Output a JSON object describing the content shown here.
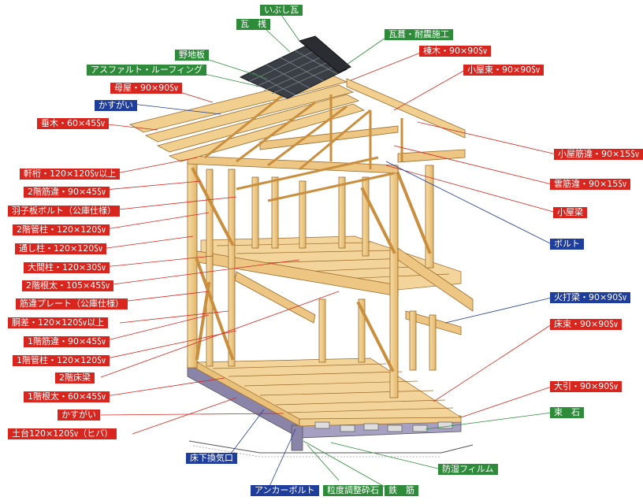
{
  "labels": {
    "ibushi": "いぶし瓦",
    "kawara_sen": "瓦　桟",
    "kawarabuki": "瓦葺・耐震施工",
    "nojiita": "野地板",
    "munagi": "棟木・90×90㏜",
    "asphalt": "アスファルト・ルーフィング",
    "koyazuka": "小屋束・90×90㏜",
    "moya": "母屋・90×90㏜",
    "kasugai_top": "かすがい",
    "taruki": "垂木・60×45㏜",
    "noki": "軒桁・120×120㏜以上",
    "nikai_sujikai": "2階筋違・90×45㏜",
    "hagoita": "羽子板ボルト（公庫仕様）",
    "nikai_kudabashira": "2階管柱・120×120㏜",
    "toshibashira": "通し柱・120×120㏜",
    "ooma": "大間柱・120×30㏜",
    "nikai_neda": "2階根太・105×45㏜",
    "sujikai_plate": "筋違プレート（公庫仕様）",
    "dousa": "胴差・120×120㏜以上",
    "ikkai_sujikai": "1階筋違・90×45㏜",
    "ikkai_kudabashira": "1階管柱・120×120㏜",
    "nikai_yukabari": "2階床梁",
    "ikkai_neda": "1階根太・60×45㏜",
    "kasugai_bottom": "かすがい",
    "dodai": "土台120×120㏜（ヒバ）",
    "koya_sujikai": "小屋筋違・90×15㏜",
    "kumo_sujikai": "雲筋違・90×15㏜",
    "koyabari": "小屋梁",
    "bolt": "ボルト",
    "hiuchibari": "火打梁・90×90㏜",
    "yukazuka": "床束・90×90㏜",
    "oobiki": "大引・90×90㏜",
    "tsukaishi": "束　石",
    "yukashita": "床下換気口",
    "bousitsu": "防湿フィルム",
    "anchor": "アンカーボルト",
    "ryudo": "粒度調整砕石",
    "tekkin": "鉄　筋"
  },
  "colors": {
    "red": "#d8261f",
    "green": "#2e8b3a",
    "blue": "#1f3d9a",
    "wood": "#f3cf8e",
    "wood_dark": "#c98f3e",
    "roof": "#3a3f45",
    "foundation": "#8a85a8"
  }
}
